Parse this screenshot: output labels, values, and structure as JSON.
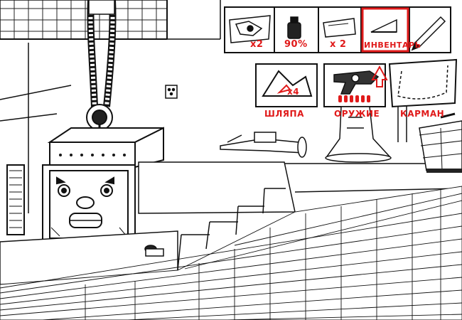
{
  "hud": {
    "slots": [
      {
        "id": "map",
        "icon": "map-icon",
        "count": "x2"
      },
      {
        "id": "ink",
        "icon": "ink-bottle-icon",
        "count": "90%"
      },
      {
        "id": "tickets",
        "icon": "ticket-icon",
        "count": "x 2"
      },
      {
        "id": "inventory",
        "icon": "triangle-inventory-icon",
        "count": "ИНВЕНТАРЬ",
        "selected": true
      },
      {
        "id": "pencil",
        "icon": "pencil-icon",
        "count": ""
      }
    ]
  },
  "categories": [
    {
      "id": "hat",
      "icon": "hat-icon",
      "label": "ШЛЯПА",
      "badge": "x4"
    },
    {
      "id": "weapon",
      "icon": "revolver-icon",
      "label": "ОРУЖИЕ"
    },
    {
      "id": "pocket",
      "icon": "pocket-icon",
      "label": "КАРМАН"
    }
  ],
  "colors": {
    "accent": "#e01a1a",
    "ink": "#111111",
    "paper": "#ffffff"
  }
}
